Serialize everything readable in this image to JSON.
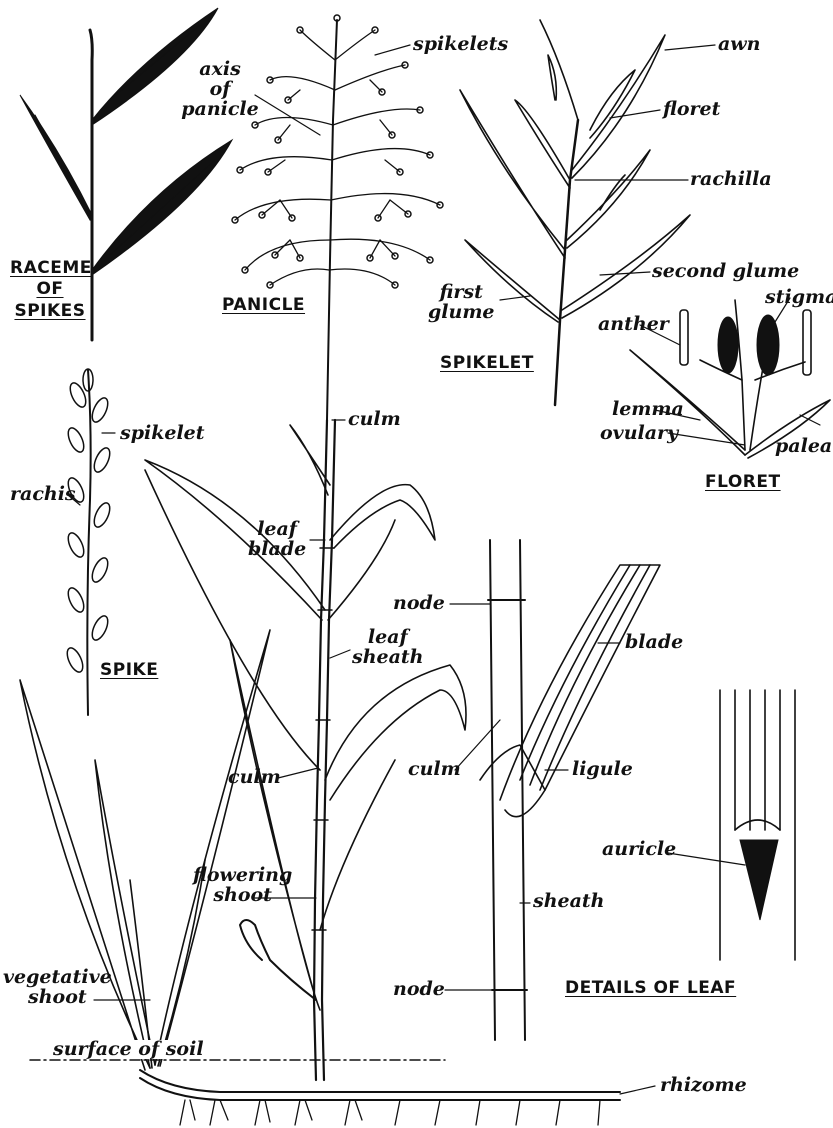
{
  "titles": {
    "raceme": [
      "RACEME",
      "OF",
      "SPIKES"
    ],
    "panicle": "PANICLE",
    "spikelet": "SPIKELET",
    "floret": "FLORET",
    "spike": "SPIKE",
    "details": "DETAILS OF LEAF"
  },
  "labels": {
    "spikelets": "spikelets",
    "axis_of_panicle": [
      "axis",
      "of",
      "panicle"
    ],
    "awn": "awn",
    "floret": "floret",
    "rachilla": "rachilla",
    "second_glume": "second glume",
    "first_glume": [
      "first",
      "glume"
    ],
    "stigma": "stigma",
    "anther": "anther",
    "lemma": "lemma",
    "ovulary": "ovulary",
    "palea": "palea",
    "spikelet": "spikelet",
    "rachis": "rachis",
    "culm_upper": "culm",
    "leaf_blade": [
      "leaf",
      "blade"
    ],
    "node_upper": "node",
    "blade": "blade",
    "leaf_sheath": [
      "leaf",
      "sheath"
    ],
    "culm_lower": "culm",
    "culm_detail": "culm",
    "ligule": "ligule",
    "auricle": "auricle",
    "flowering_shoot": [
      "flowering",
      "shoot"
    ],
    "sheath": "sheath",
    "vegetative_shoot": [
      "vegetative",
      "shoot"
    ],
    "node_lower": "node",
    "surface_of_soil": "surface of soil",
    "rhizome": "rhizome"
  }
}
